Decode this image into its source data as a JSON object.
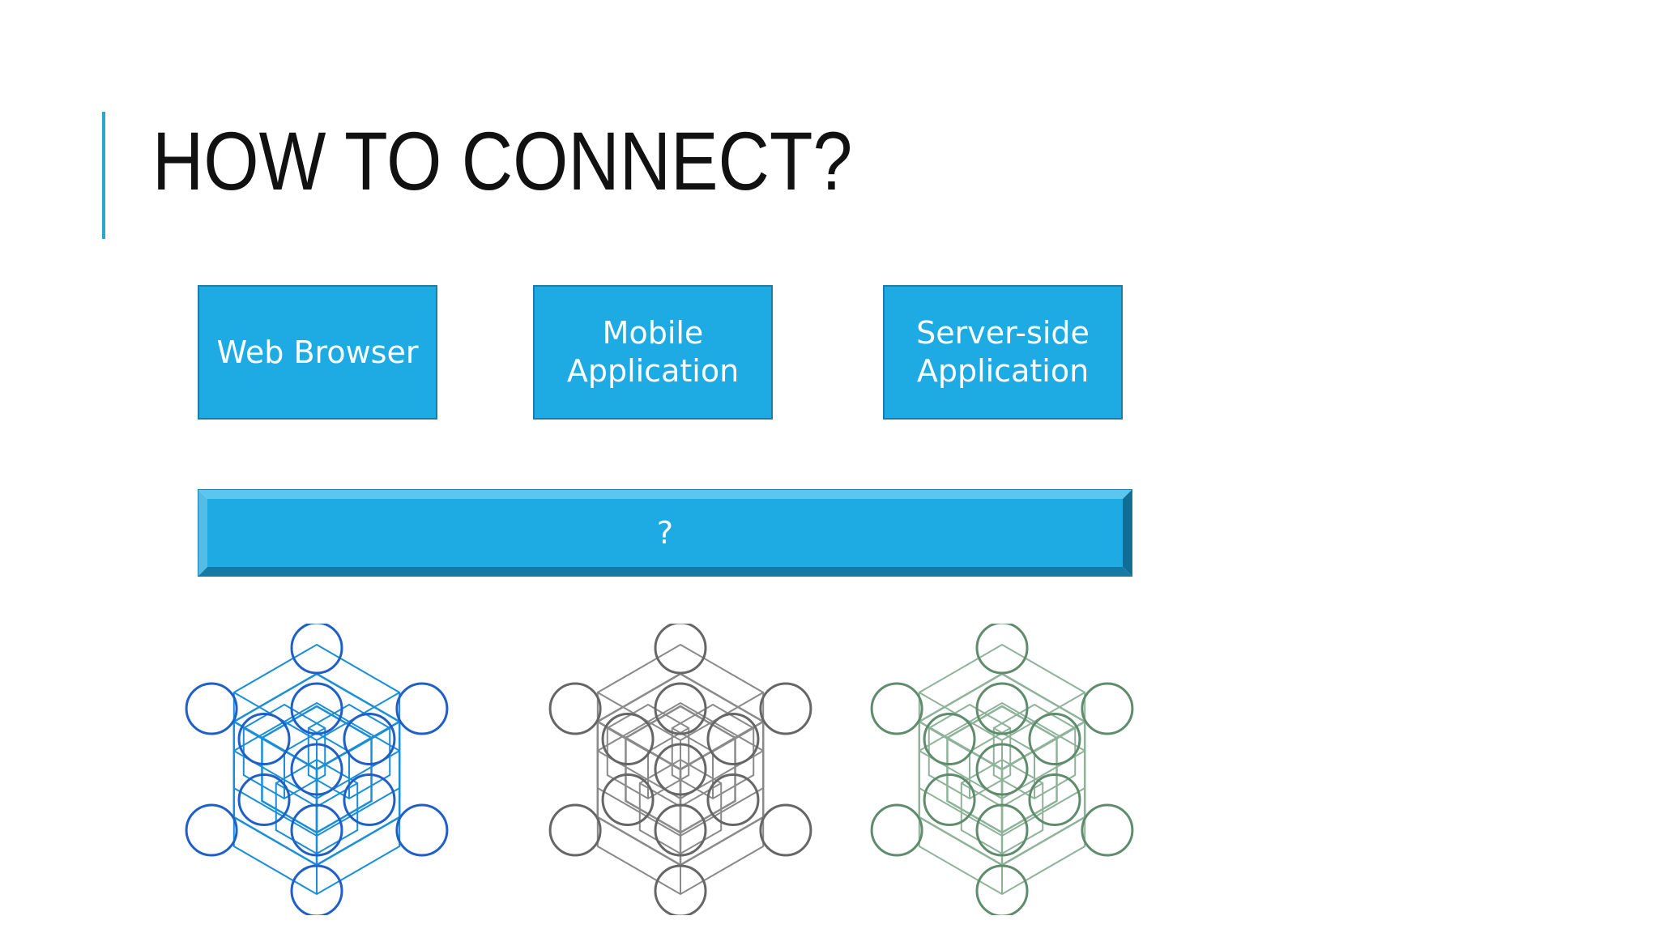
{
  "slide": {
    "title": "HOW TO CONNECT?"
  },
  "clients": [
    {
      "label": "Web Browser"
    },
    {
      "label": "Mobile\nApplication"
    },
    {
      "label": "Server-side\nApplication"
    }
  ],
  "connector": {
    "label": "?"
  },
  "colors": {
    "accent": "#2aa5cc",
    "box_fill": "#1eabe3",
    "box_border": "#177fa9",
    "cube_blue": "#1a8fd8",
    "cube_gray": "#777777",
    "cube_green": "#6b9a7a"
  },
  "graphics": {
    "cube_icons": [
      "blue-cube-icon",
      "gray-cube-icon",
      "green-cube-icon"
    ]
  }
}
